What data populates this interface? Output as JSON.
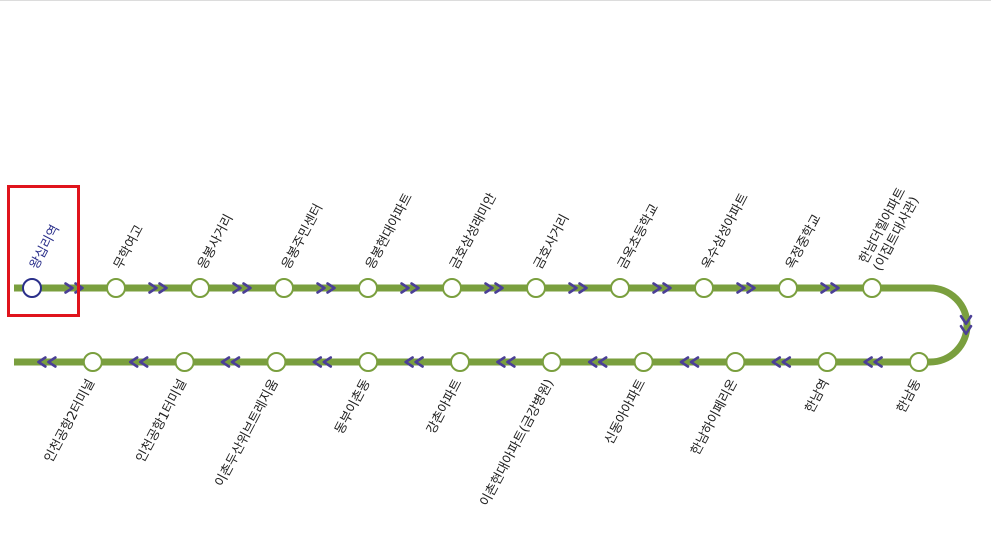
{
  "route": {
    "line_color": "#7a9f3e",
    "arrow_color": "#4b3f96",
    "current_color": "#2a2f8a",
    "highlight_color": "#e0141c",
    "current_stop_index": 0,
    "top_row": [
      {
        "name": [
          "왕십리역"
        ]
      },
      {
        "name": [
          "무학여고"
        ]
      },
      {
        "name": [
          "응봉사거리"
        ]
      },
      {
        "name": [
          "응봉주민센터"
        ]
      },
      {
        "name": [
          "응봉현대아파트"
        ]
      },
      {
        "name": [
          "금호삼성래미안"
        ]
      },
      {
        "name": [
          "금호사거리"
        ]
      },
      {
        "name": [
          "금옥초등학교"
        ]
      },
      {
        "name": [
          "옥수삼성아파트"
        ]
      },
      {
        "name": [
          "옥정중학교"
        ]
      },
      {
        "name": [
          "한남더힐아파트",
          "(이집트대사관)"
        ]
      }
    ],
    "bottom_row": [
      {
        "name": [
          "한남동"
        ]
      },
      {
        "name": [
          "한남역"
        ]
      },
      {
        "name": [
          "한남하이페리온"
        ]
      },
      {
        "name": [
          "신동아아파트"
        ]
      },
      {
        "name": [
          "이촌현대아파트(금강병원)"
        ]
      },
      {
        "name": [
          "강촌아파트"
        ]
      },
      {
        "name": [
          "동부이촌동"
        ]
      },
      {
        "name": [
          "이촌두산위브트레지움"
        ]
      },
      {
        "name": [
          "인천공항1터미널"
        ]
      },
      {
        "name": [
          "인천공항2터미널"
        ]
      }
    ]
  }
}
